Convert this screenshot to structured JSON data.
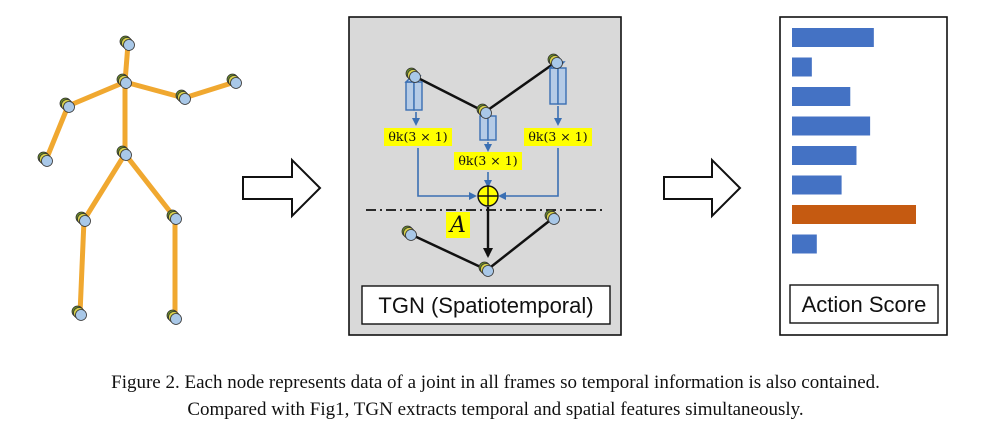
{
  "panel": {
    "tgn_label": "TGN (Spatiotemporal)",
    "adjacency_label": "A",
    "theta_labels": [
      "θk(3 × 1)",
      "θk(3 × 1)",
      "θk(3 × 1)"
    ]
  },
  "score_panel": {
    "label": "Action Score",
    "bars_relative": [
      0.66,
      0.16,
      0.47,
      0.63,
      0.52,
      0.4,
      1.0,
      0.2
    ],
    "bar_color": "#4472c4",
    "highlight_color": "#c55a11",
    "highlight_index": 6
  },
  "colors": {
    "bone": "#f0a830",
    "joint_inner": "#a9c8e8",
    "joint_outer": "#6b8e23",
    "panel_bg": "#d9d9d9",
    "arrow_blue": "#3a6fb3",
    "label_highlight": "#ffff00"
  },
  "caption": {
    "line1": "Figure 2.  Each node represents data of a joint in all frames so temporal information is also contained.",
    "line2": "Compared with Fig1, TGN extracts temporal and spatial features simultaneously."
  }
}
